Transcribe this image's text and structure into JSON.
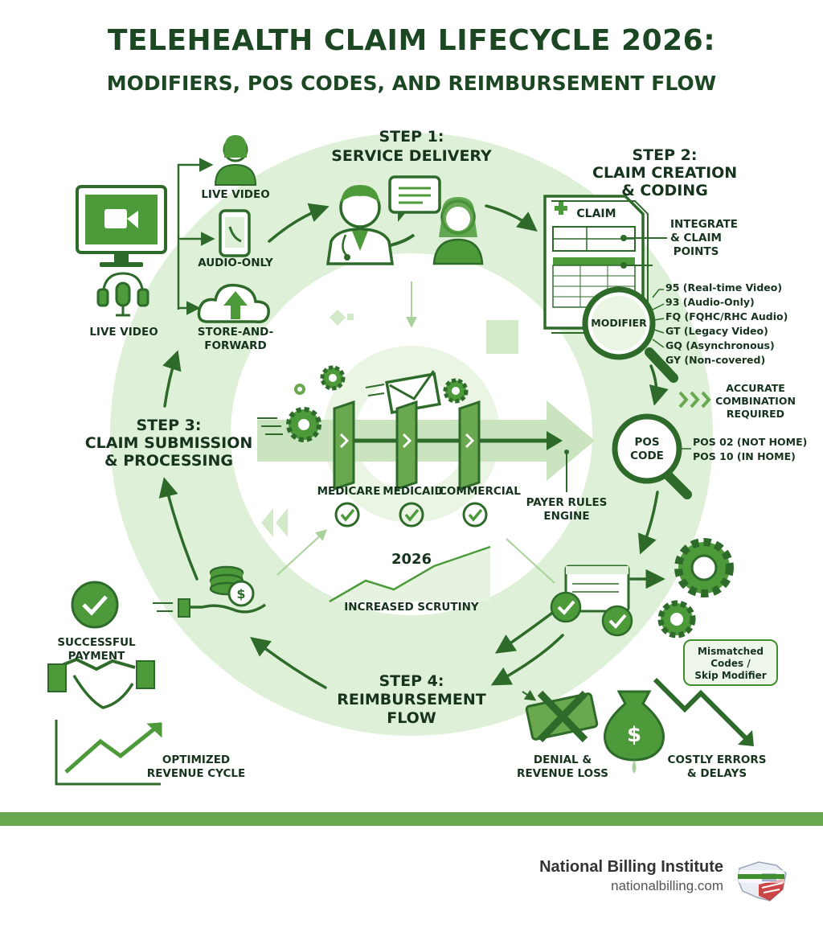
{
  "title": {
    "line1": "TELEHEALTH CLAIM LIFECYCLE 2026:",
    "line2": "MODIFIERS, POS CODES, AND REIMBURSEMENT FLOW"
  },
  "step1": {
    "heading": "STEP 1:",
    "name": "SERVICE DELIVERY"
  },
  "step2": {
    "heading": "STEP 2:",
    "name_line1": "CLAIM CREATION",
    "name_line2": "& CODING"
  },
  "step3": {
    "heading": "STEP 3:",
    "name_line1": "CLAIM SUBMISSION",
    "name_line2": "& PROCESSING"
  },
  "step4": {
    "heading": "STEP 4:",
    "name_line1": "REIMBURSEMENT",
    "name_line2": "FLOW"
  },
  "service_modes": {
    "live_video_top": "LIVE VIDEO",
    "audio_only": "AUDIO-ONLY",
    "live_video_left": "LIVE VIDEO",
    "store_forward_line1": "STORE-AND-",
    "store_forward_line2": "FORWARD"
  },
  "claim": {
    "form_label": "CLAIM",
    "integrate_line1": "INTEGRATE",
    "integrate_line2": "& CLAIM",
    "integrate_line3": "POINTS",
    "magnifier_label": "MODIFIER"
  },
  "modifiers": [
    "95 (Real-time Video)",
    "93 (Audio-Only)",
    "FQ (FQHC/RHC Audio)",
    "GT (Legacy Video)",
    "GQ (Asynchronous)",
    "GY (Non-covered)"
  ],
  "accuracy": {
    "line1": "ACCURATE",
    "line2": "COMBINATION",
    "line3": "REQUIRED"
  },
  "pos": {
    "magnifier_line1": "POS",
    "magnifier_line2": "CODE",
    "codes": [
      "POS 02 (NOT HOME)",
      "POS 10 (IN HOME)"
    ]
  },
  "payers": [
    "MEDICARE",
    "MEDICAID",
    "COMMERCIAL"
  ],
  "rules_engine": {
    "line1": "PAYER RULES",
    "line2": "ENGINE"
  },
  "scrutiny": {
    "year": "2026",
    "label": "INCREASED SCRUTINY"
  },
  "mismatch_callout": {
    "line1": "Mismatched",
    "line2": "Codes /",
    "line3": "Skip Modifier"
  },
  "denial": {
    "line1": "DENIAL &",
    "line2": "REVENUE LOSS"
  },
  "errors": {
    "line1": "COSTLY ERRORS",
    "line2": "& DELAYS"
  },
  "payment": {
    "line1": "SUCCESSFUL",
    "line2": "PAYMENT"
  },
  "revenue": {
    "line1": "OPTIMIZED",
    "line2": "REVENUE CYCLE"
  },
  "brand": {
    "name": "National Billing Institute",
    "url": "nationalbilling.com"
  },
  "colors": {
    "dark_green": "#2e6b2a",
    "mid_green": "#4c9a3a",
    "light_green": "#d9edd2",
    "accent_bar": "#6aa84f"
  }
}
